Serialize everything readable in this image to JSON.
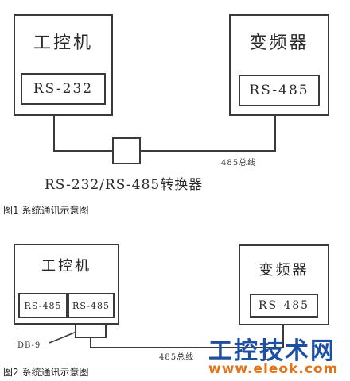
{
  "figure1": {
    "pc_title": "工控机",
    "pc_port": "RS-232",
    "vfd_title": "变频器",
    "vfd_port": "RS-485",
    "converter_label": "RS-232/RS-485转换器",
    "bus_label": "485总线",
    "caption": "图1 系统通讯示意图"
  },
  "figure2": {
    "pc_title": "工控机",
    "pc_port_a": "RS-485",
    "pc_port_b": "RS-485",
    "vfd_title": "变频器",
    "vfd_port": "RS-485",
    "db9_label": "DB-9",
    "bus_label": "485总线",
    "caption": "图2 系统通讯示意图"
  },
  "watermark": {
    "site_name": "工控技术网",
    "url": "www.eleok.com",
    "colors": {
      "name": "#1d4fa3",
      "url": "#e1731a"
    }
  }
}
